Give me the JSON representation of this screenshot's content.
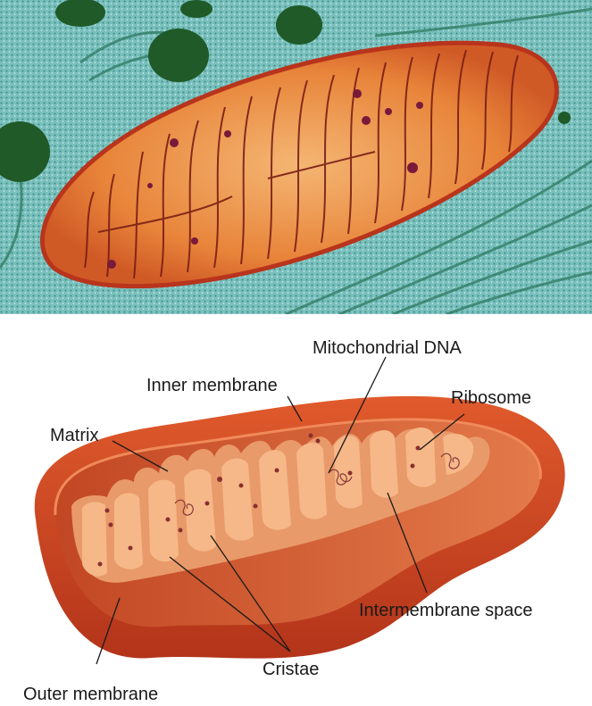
{
  "labels": {
    "mitochondrial_dna": "Mitochondrial DNA",
    "inner_membrane": "Inner membrane",
    "ribosome": "Ribosome",
    "matrix": "Matrix",
    "intermembrane_space": "Intermembrane space",
    "cristae": "Cristae",
    "outer_membrane": "Outer membrane"
  },
  "colors": {
    "cytoplasm": "#6fb8b4",
    "cytoplasm_dark": "#2f7a6b",
    "granule": "#1f5a28",
    "mito_body": "#e8843a",
    "mito_rim": "#b8341c",
    "crista_line": "#7a1e16",
    "outer_membrane": "#cf4420",
    "outer_membrane_dark": "#a83014",
    "inner_membrane": "#e99a6a",
    "matrix": "#f6b888",
    "label_text": "#1a1a1a"
  }
}
